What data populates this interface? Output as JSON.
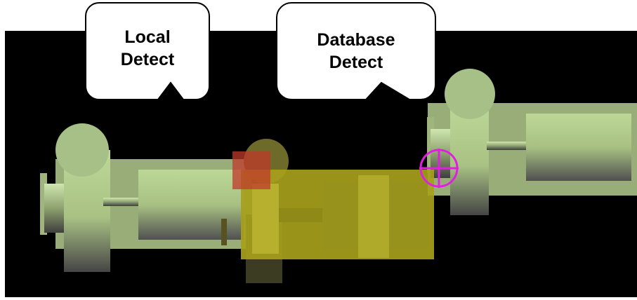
{
  "callouts": {
    "local": {
      "line1": "Local",
      "line2": "Detect"
    },
    "database": {
      "line1": "Database",
      "line2": "Detect"
    }
  },
  "colors": {
    "background": "#000000",
    "pump_light": "#b8d492",
    "pump_dark": "#4a4a4a",
    "highlight_yellow": "#a9a21a",
    "local_detect_marker": "#c0392b",
    "database_detect_marker": "#e020e0"
  },
  "icons": {
    "local_marker": "red-square-marker",
    "database_marker": "crosshair-circle-marker"
  }
}
